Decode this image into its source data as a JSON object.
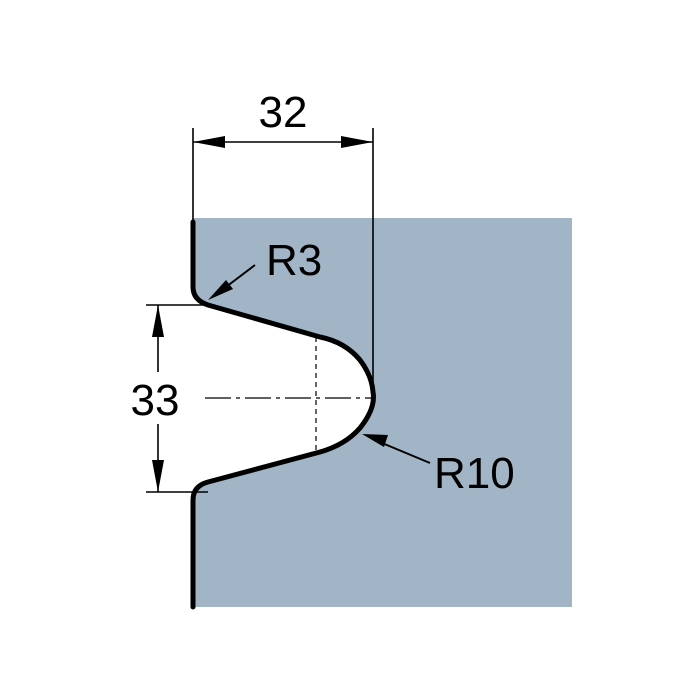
{
  "labels": {
    "width_dim": "32",
    "height_dim": "33",
    "radius_small": "R3",
    "radius_large": "R10"
  },
  "colors": {
    "panel_fill": "#a2b5c6",
    "outline": "#000000",
    "dim_line": "#000000",
    "background": "#ffffff"
  }
}
